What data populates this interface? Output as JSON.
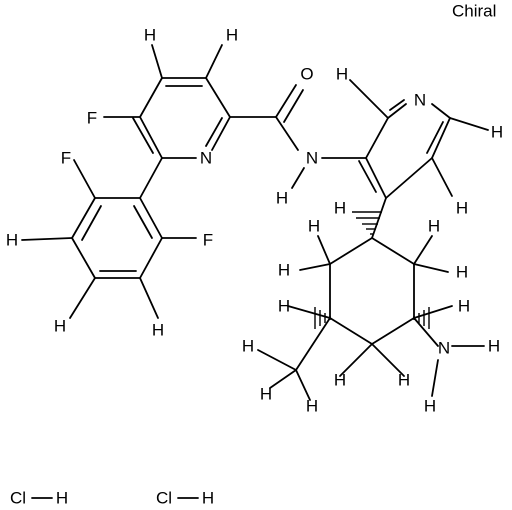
{
  "chiral_label": "Chiral",
  "salts": [
    {
      "cl": "Cl",
      "h": "H"
    },
    {
      "cl": "Cl",
      "h": "H"
    }
  ],
  "atom_labels": {
    "H": "H",
    "F": "F",
    "N": "N",
    "O": "O",
    "NH": "N"
  }
}
